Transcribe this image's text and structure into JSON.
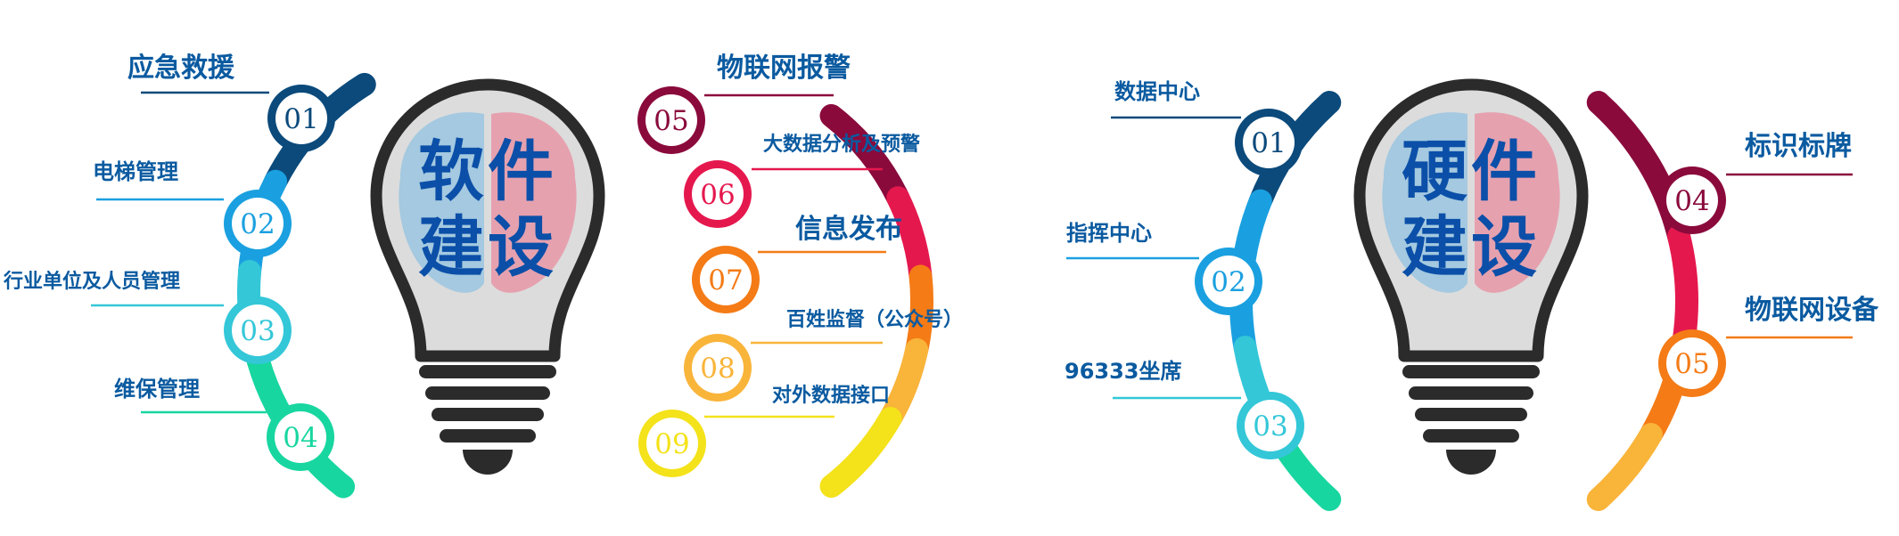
{
  "colors": {
    "navy": "#0b4a7b",
    "blue": "#1aa0e0",
    "cyan": "#33c7d8",
    "teal": "#18d6a0",
    "maroon": "#8a0a3c",
    "crimson": "#e5184e",
    "orange": "#f47b16",
    "amber": "#f9b43a",
    "yellow": "#f4e21a",
    "labelBlue": "#0a5aa0",
    "bulbTitle": "#0b4fa8"
  },
  "software": {
    "title_line1": "软件",
    "title_line2": "建设",
    "left_items": [
      {
        "num": "01",
        "label": "应急救援"
      },
      {
        "num": "02",
        "label": "电梯管理"
      },
      {
        "num": "03",
        "label": "行业单位及人员管理"
      },
      {
        "num": "04",
        "label": "维保管理"
      }
    ],
    "right_items": [
      {
        "num": "05",
        "label": "物联网报警"
      },
      {
        "num": "06",
        "label": "大数据分析及预警"
      },
      {
        "num": "07",
        "label": "信息发布"
      },
      {
        "num": "08",
        "label": "百姓监督（公众号）"
      },
      {
        "num": "09",
        "label": "对外数据接口"
      }
    ]
  },
  "hardware": {
    "title_line1": "硬件",
    "title_line2": "建设",
    "left_items": [
      {
        "num": "01",
        "label": "数据中心"
      },
      {
        "num": "02",
        "label": "指挥中心"
      },
      {
        "num": "03",
        "label": "96333坐席"
      }
    ],
    "right_items": [
      {
        "num": "04",
        "label": "标识标牌"
      },
      {
        "num": "05",
        "label": "物联网设备"
      }
    ]
  }
}
